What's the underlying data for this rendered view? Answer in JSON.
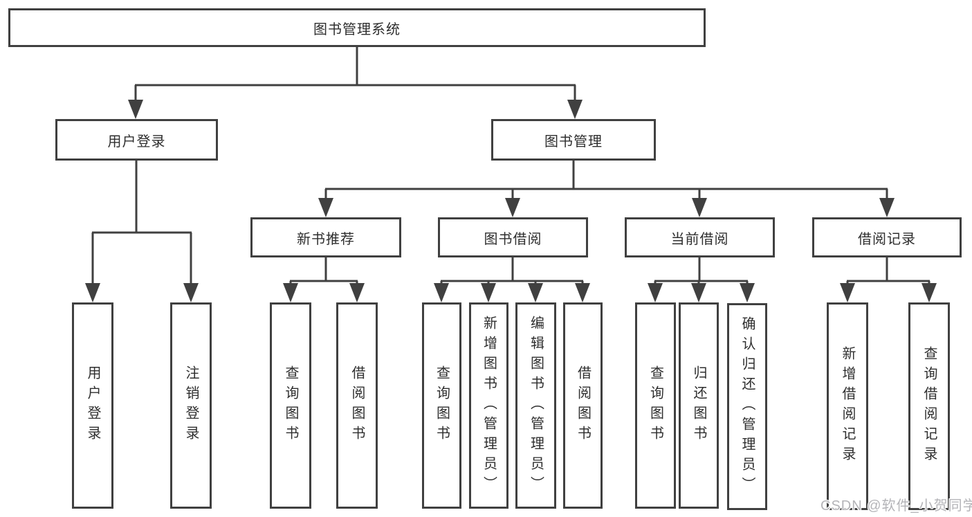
{
  "diagram": {
    "root": {
      "label": "图书管理系统"
    },
    "level2": {
      "user_login": {
        "label": "用户登录"
      },
      "book_mgmt": {
        "label": "图书管理"
      }
    },
    "level3": {
      "new_book_rec": {
        "label": "新书推荐"
      },
      "book_borrow": {
        "label": "图书借阅"
      },
      "current_borrow": {
        "label": "当前借阅"
      },
      "borrow_record": {
        "label": "借阅记录"
      }
    },
    "leaves": {
      "user_login_leaf": "用户登录",
      "logout": "注销登录",
      "rec_query_books": "查询图书",
      "rec_borrow_books": "借阅图书",
      "bb_query_books": "查询图书",
      "bb_add_books": "新增图书（管理员）",
      "bb_edit_books": "编辑图书（管理员）",
      "bb_borrow_books": "借阅图书",
      "cb_query_books": "查询图书",
      "cb_return_books": "归还图书",
      "cb_confirm_return": "确认归还（管理员）",
      "br_add_record": "新增借阅记录",
      "br_query_record": "查询借阅记录"
    }
  },
  "watermark": "CSDN @软件_小贺同学",
  "colors": {
    "line": "#404040",
    "text": "#2e2e2e",
    "background": "#ffffff",
    "watermark": "#b4b4b8"
  }
}
